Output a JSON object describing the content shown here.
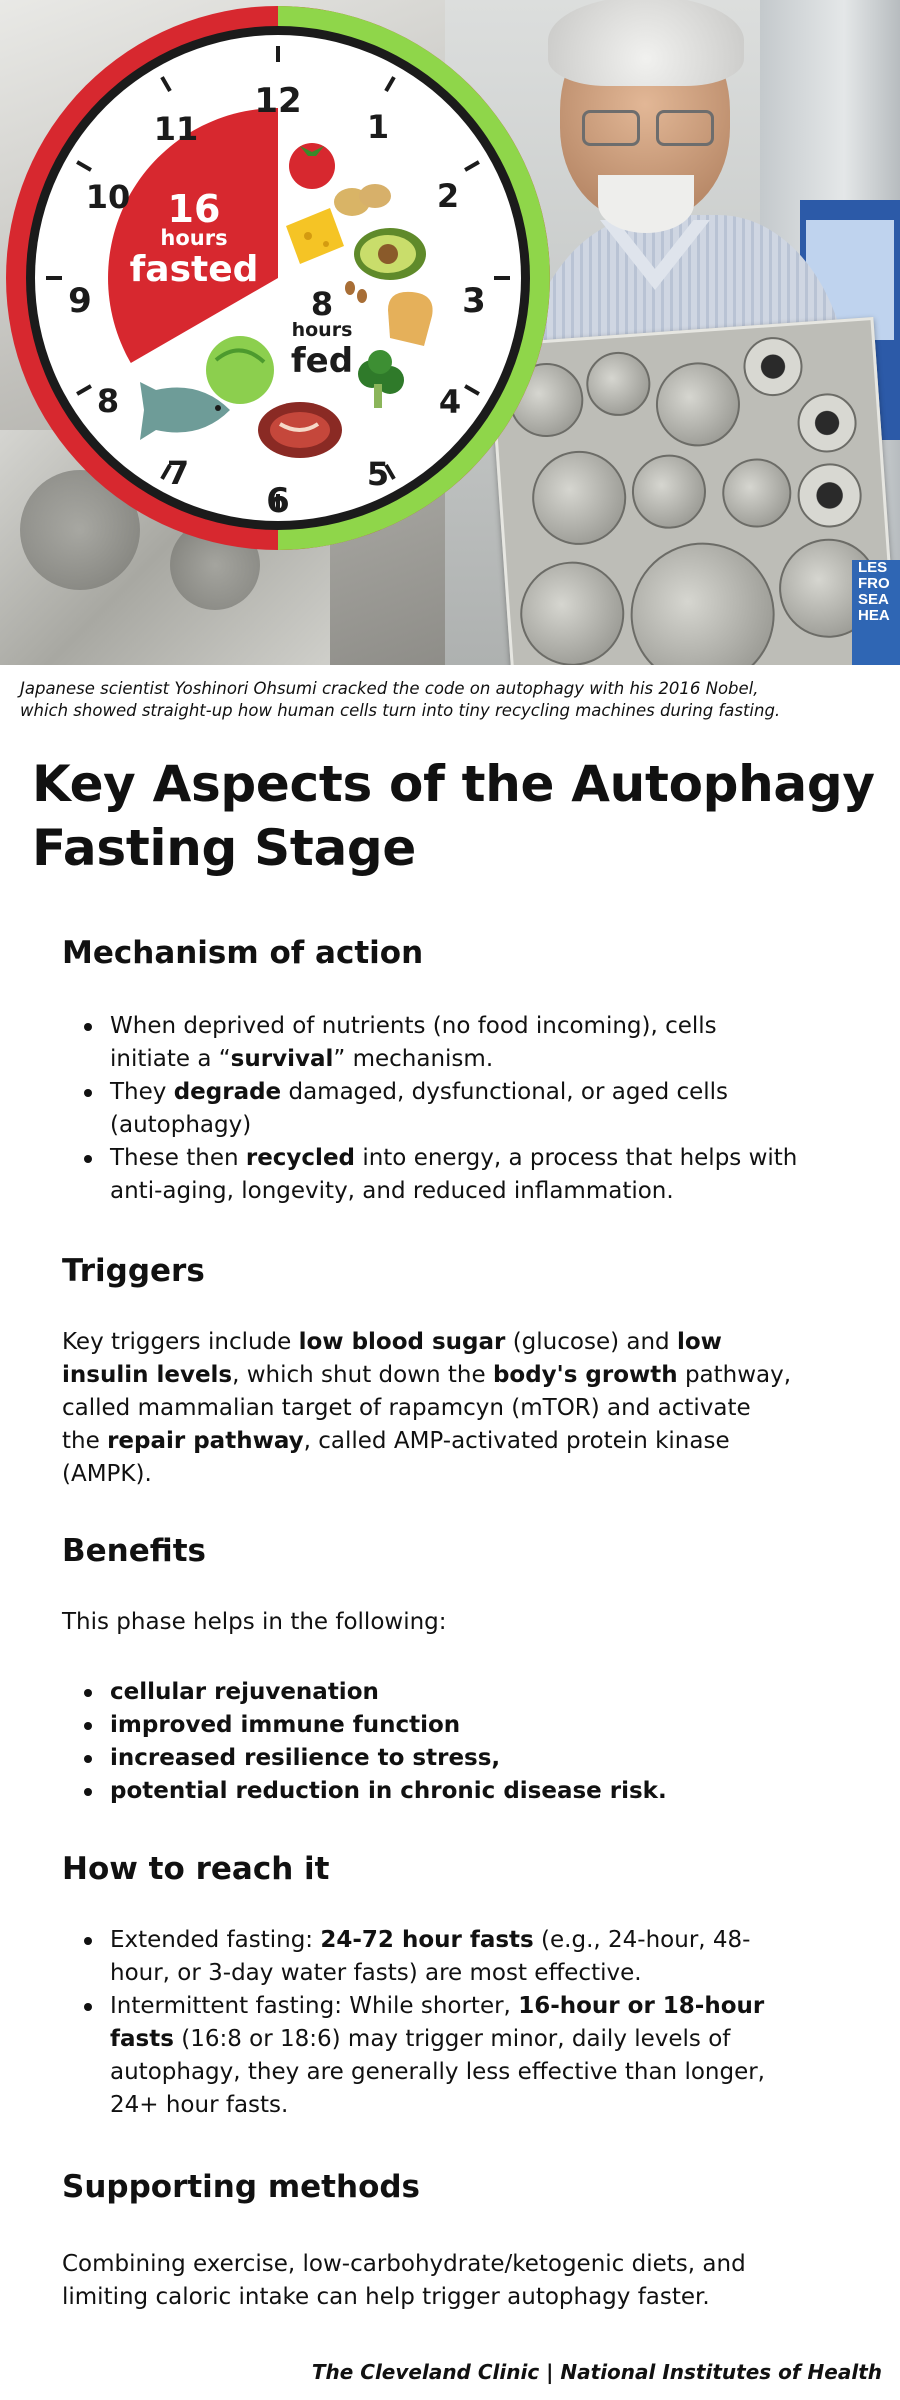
{
  "clock": {
    "numbers": [
      "12",
      "1",
      "2",
      "3",
      "4",
      "5",
      "6",
      "7",
      "8",
      "9",
      "10",
      "11"
    ],
    "fasted_hours": "16",
    "fasted_unit": "hours",
    "fasted_label": "fasted",
    "fed_hours": "8",
    "fed_unit": "hours",
    "fed_label": "fed",
    "colors": {
      "fasted": "#d7282f",
      "fed": "#8fd64a",
      "ring": "#1b1b1b"
    }
  },
  "photo": {
    "poster_text": "LES\nFRO\nSEA\nHEA"
  },
  "caption": {
    "line1": "Japanese scientist Yoshinori Ohsumi cracked the code on autophagy with his 2016 Nobel,",
    "line2": "which showed straight-up how human cells turn into tiny recycling machines during fasting."
  },
  "title": {
    "line1": "Key Aspects of the Autophagy",
    "line2": "Fasting Stage"
  },
  "sections": {
    "mechanism": {
      "heading": "Mechanism of action",
      "b1_l1": "When deprived of nutrients (no food incoming), cells",
      "b1_l2_pre": "initiate a “",
      "b1_l2_bold": "survival",
      "b1_l2_post": "” mechanism.",
      "b2_l1_pre": "They ",
      "b2_l1_bold": "degrade",
      "b2_l1_post": " damaged, dysfunctional, or aged cells",
      "b2_l2": "(autophagy)",
      "b3_l1_pre": "These then ",
      "b3_l1_bold": "recycled",
      "b3_l1_post": " into energy, a process that helps with",
      "b3_l2": "anti-aging, longevity, and reduced inflammation."
    },
    "triggers": {
      "heading": "Triggers",
      "l1_pre": "Key triggers include ",
      "l1_bold1": "low blood sugar",
      "l1_mid": " (glucose) and ",
      "l1_bold2": "low",
      "l2_bold": "insulin levels",
      "l2_mid": ", which shut down the ",
      "l2_bold2": "body's growth",
      "l2_post": " pathway,",
      "l3": "called mammalian target of rapamcyn (mTOR) and activate",
      "l4_pre": "the ",
      "l4_bold": "repair pathway",
      "l4_post": ", called AMP-activated protein kinase",
      "l5": "(AMPK)."
    },
    "benefits": {
      "heading": "Benefits",
      "intro": "This phase helps in the following:",
      "items": [
        "cellular rejuvenation",
        "improved immune function",
        "increased resilience to stress,",
        "potential reduction in chronic disease risk."
      ]
    },
    "reach": {
      "heading": "How to reach it",
      "b1_l1_pre": "Extended fasting: ",
      "b1_l1_bold": "24-72 hour fasts",
      "b1_l1_post": " (e.g., 24-hour, 48-",
      "b1_l2": "hour, or 3-day water fasts) are most effective.",
      "b2_l1_pre": "Intermittent fasting: While shorter, ",
      "b2_l1_bold": "16-hour or 18-hour",
      "b2_l2_bold": "fasts",
      "b2_l2_post": " (16:8 or 18:6) may trigger minor, daily levels of",
      "b2_l3": "autophagy, they are generally less effective than longer,",
      "b2_l4": "24+ hour fasts."
    },
    "supporting": {
      "heading": "Supporting methods",
      "l1": "Combining exercise, low-carbohydrate/ketogenic diets, and",
      "l2": "limiting caloric intake can help trigger autophagy faster."
    }
  },
  "footer": {
    "sources": "The Cleveland Clinic | National Institutes of Health"
  }
}
